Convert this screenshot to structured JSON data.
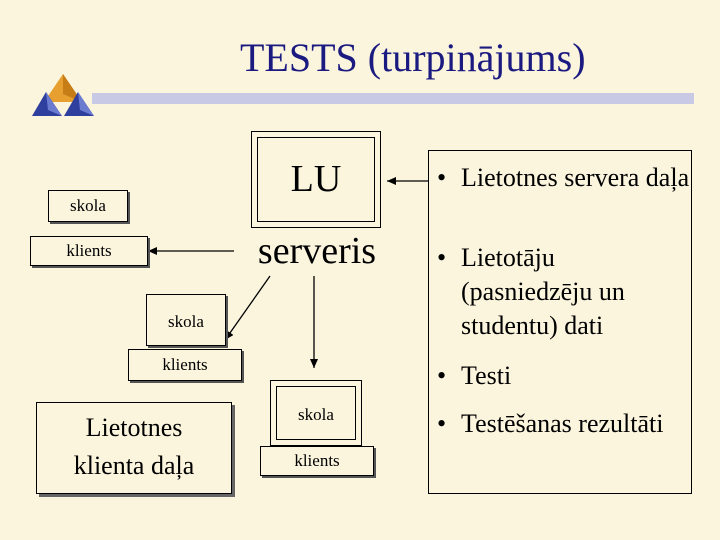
{
  "slide": {
    "title": "TESTS (turpinājums)"
  },
  "diagram": {
    "server_box": {
      "line1": "LU",
      "line2": "serveris"
    },
    "client_group_1": {
      "school": "skola",
      "client": "klients"
    },
    "client_group_2": {
      "school": "skola",
      "client": "klients"
    },
    "client_group_3": {
      "school": "skola",
      "client": "klients"
    },
    "client_side_box": {
      "line1": "Lietotnes",
      "line2": "klienta daļa"
    }
  },
  "bullets": {
    "items": [
      "Lietotnes servera daļa",
      "Lietotāju (pasniedzēju un studentu) dati",
      "Testi",
      "Testēšanas rezultāti"
    ],
    "bullet_char": "•"
  },
  "colors": {
    "background": "#FBF5DE",
    "title": "#1a1a80",
    "rule": "#C8C9E4",
    "logo_blue": "#2f3f9e",
    "logo_orange": "#e7a030"
  }
}
